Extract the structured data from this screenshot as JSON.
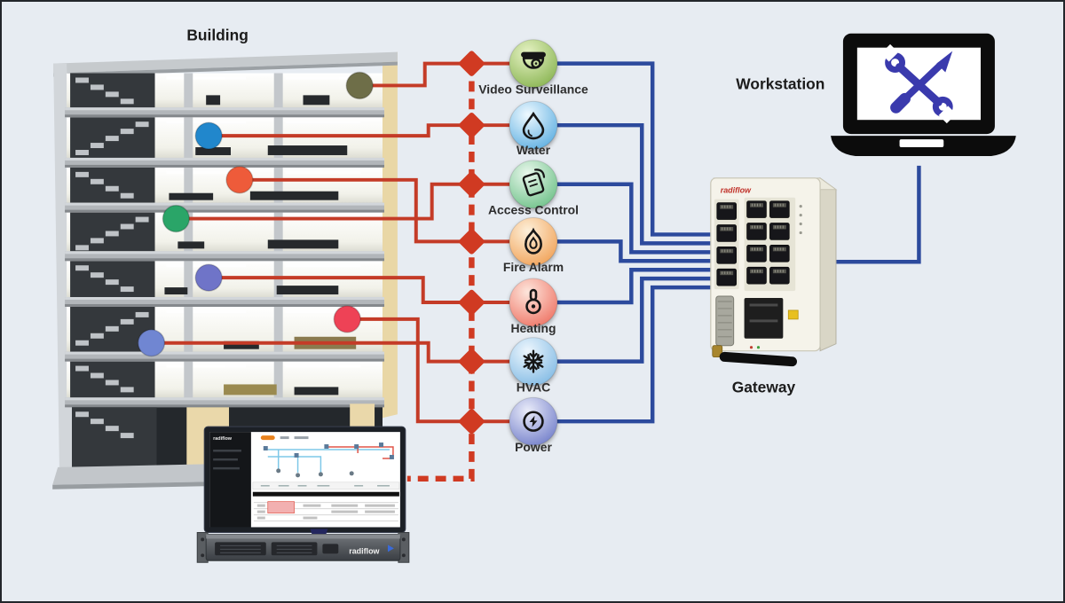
{
  "labels": {
    "building": "Building",
    "workstation": "Workstation",
    "gateway": "Gateway"
  },
  "systems": [
    {
      "label": "Video Surveillance",
      "icon": "cctv-camera",
      "dot_color": "#6e6e48",
      "orb_inner": "#e6f2c4",
      "orb_outer": "#79aa3e"
    },
    {
      "label": "Water",
      "icon": "water-drop",
      "dot_color": "#2187cc",
      "orb_inner": "#eef9ff",
      "orb_outer": "#45a2dc"
    },
    {
      "label": "Access Control",
      "icon": "keycard",
      "dot_color": "#2aa568",
      "orb_inner": "#e9f7ec",
      "orb_outer": "#59b877"
    },
    {
      "label": "Fire Alarm",
      "icon": "flame",
      "dot_color": "#ee5b3a",
      "orb_inner": "#fdf0da",
      "orb_outer": "#ef9440"
    },
    {
      "label": "Heating",
      "icon": "thermometer",
      "dot_color": "#6f74c8",
      "orb_inner": "#fde6dc",
      "orb_outer": "#ec6050"
    },
    {
      "label": "HVAC",
      "icon": "snowflake",
      "dot_color": "#7086d2",
      "orb_inner": "#edf6fd",
      "orb_outer": "#6fb0e0"
    },
    {
      "label": "Power",
      "icon": "lightning-bolt",
      "dot_color": "#ee4256",
      "orb_inner": "#eaecf9",
      "orb_outer": "#5e6cc2"
    }
  ],
  "colors": {
    "background": "#e7ecf2",
    "red_line": "#c43b27",
    "red_bus": "#d03a22",
    "blue_line": "#2c4a9d"
  },
  "gateway_device": {
    "brand": "radiflow"
  },
  "monitor": {
    "sidebar_logo": "radiflow"
  },
  "server": {
    "brand": "radiflow"
  }
}
